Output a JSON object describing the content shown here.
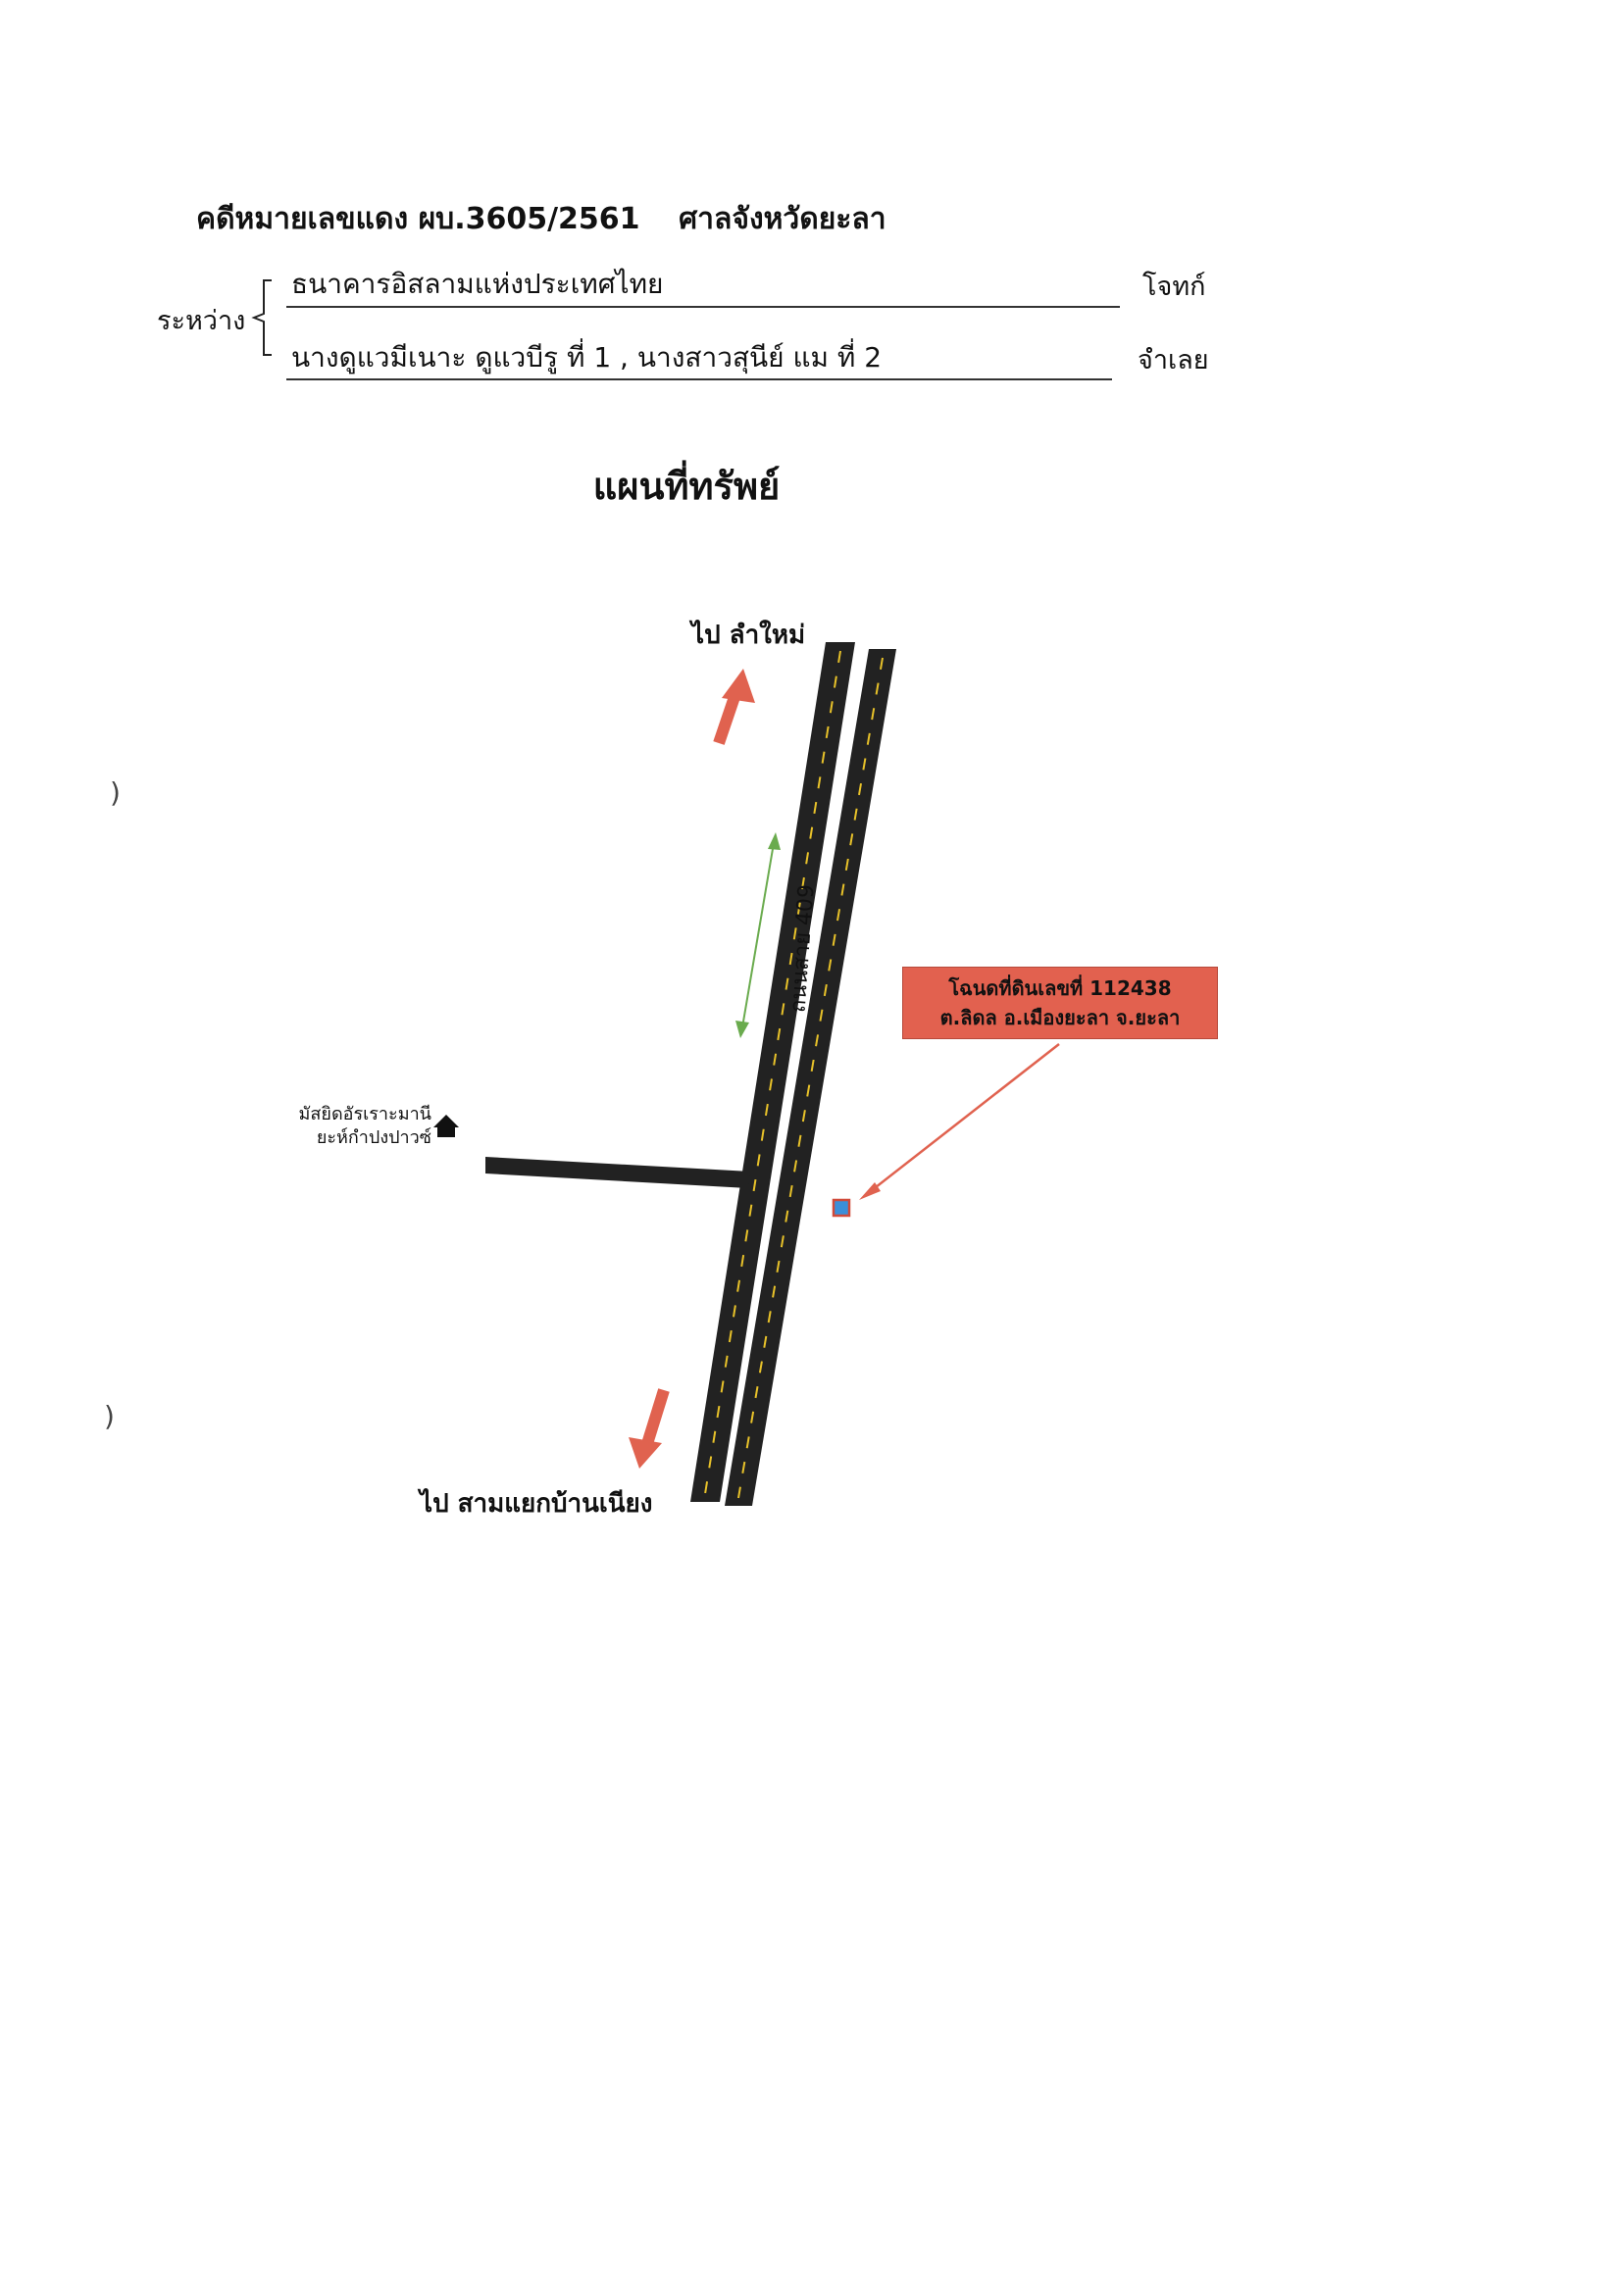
{
  "header": {
    "case_text": "คดีหมายเลขแดง ผบ.3605/2561",
    "court_text": "ศาลจังหวัดยะลา",
    "between_label": "ระหว่าง",
    "plaintiff": "ธนาคารอิสลามแห่งประเทศไทย",
    "plaintiff_role": "โจทก์",
    "defendants": "นางดูแวมีเนาะ ดูแวบีรู ที่ 1 , นางสาวสุนีย์ แม ที่ 2",
    "defendant_role": "จำเลย"
  },
  "title": "แผนที่ทรัพย์",
  "map": {
    "direction_north": "ไป ลำใหม่",
    "direction_south": "ไป สามแยกบ้านเนียง",
    "road_name": "ถนนสาย 409",
    "landmark_line1": "มัสยิดอัรเราะมานี",
    "landmark_line2": "ยะห์กำปงปาวซ์",
    "deed_line1": "โฉนดที่ดินเลขที่ 112438",
    "deed_line2": "ต.ลิดล  อ.เมืองยะลา  จ.ยะลา",
    "margin_mark": ")",
    "colors": {
      "road": "#222222",
      "lane_marking": "#e8c22a",
      "direction_arrow": "#e0624f",
      "road_name_arrow": "#6aab4e",
      "deed_box": "#e2614f",
      "property_marker": "#3b8fd9"
    }
  }
}
